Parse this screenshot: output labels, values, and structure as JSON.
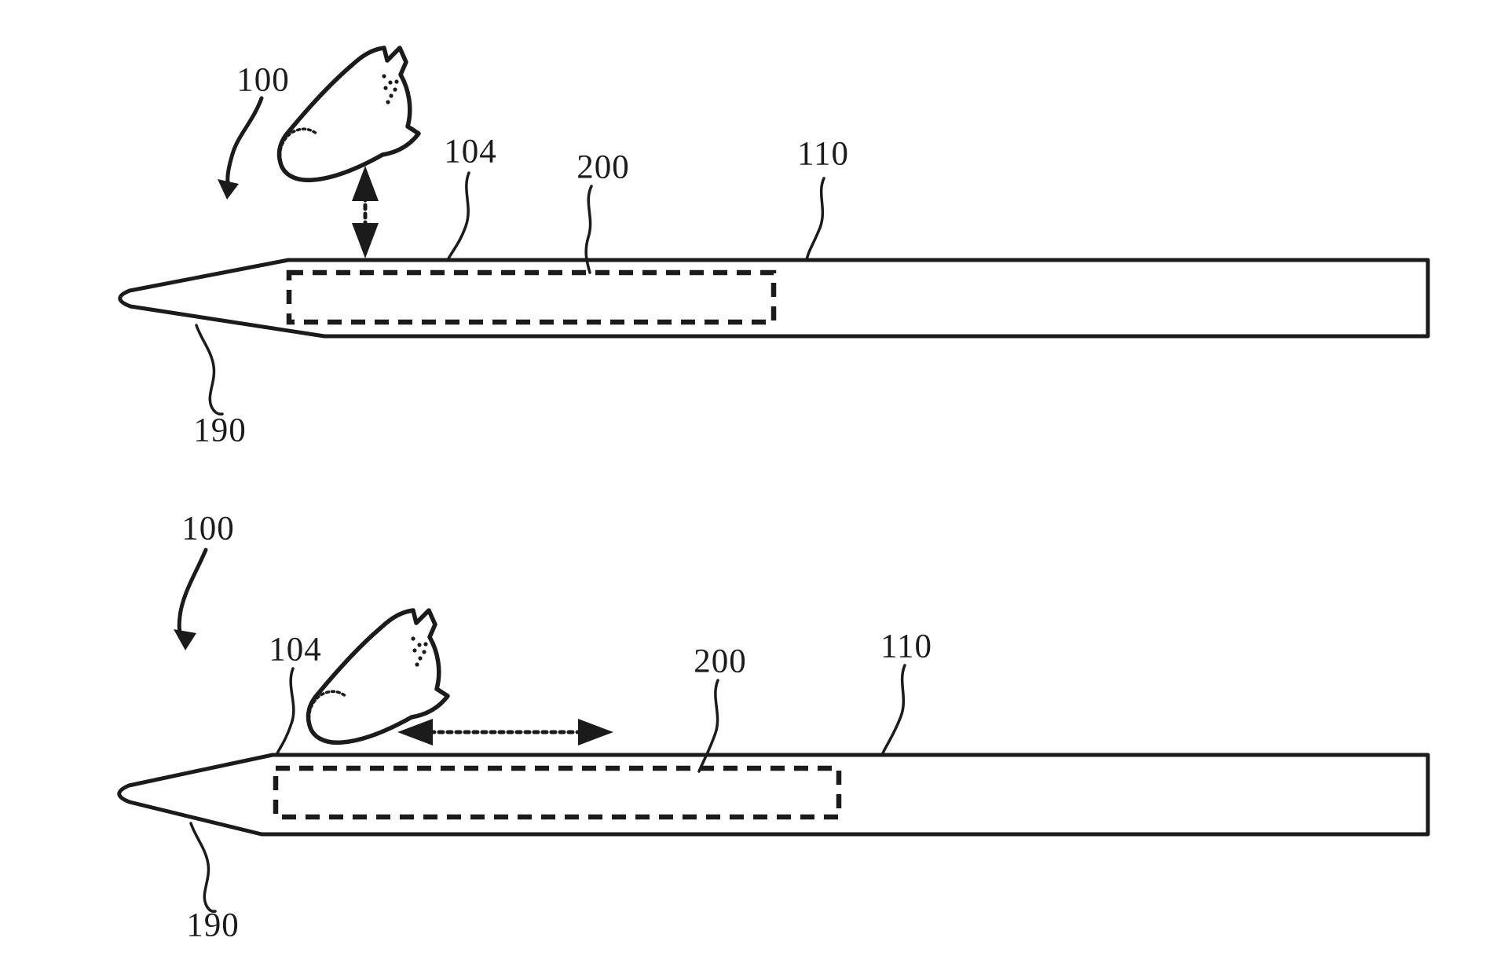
{
  "figure": {
    "kind": "patent-line-drawing",
    "subject": "stylus-with-touch-sensor-and-finger-gestures",
    "ink_color": "#1b1b1b",
    "background_color": "#ffffff"
  },
  "panels": [
    {
      "id": "top-view-tap-gesture",
      "gesture": "vertical-tap",
      "refs": {
        "device": "100",
        "touch_surface": "104",
        "sensor_region": "200",
        "housing": "110",
        "tip": "190"
      }
    },
    {
      "id": "bottom-view-slide-gesture",
      "gesture": "horizontal-slide",
      "refs": {
        "device": "100",
        "touch_surface": "104",
        "sensor_region": "200",
        "housing": "110",
        "tip": "190"
      }
    }
  ]
}
